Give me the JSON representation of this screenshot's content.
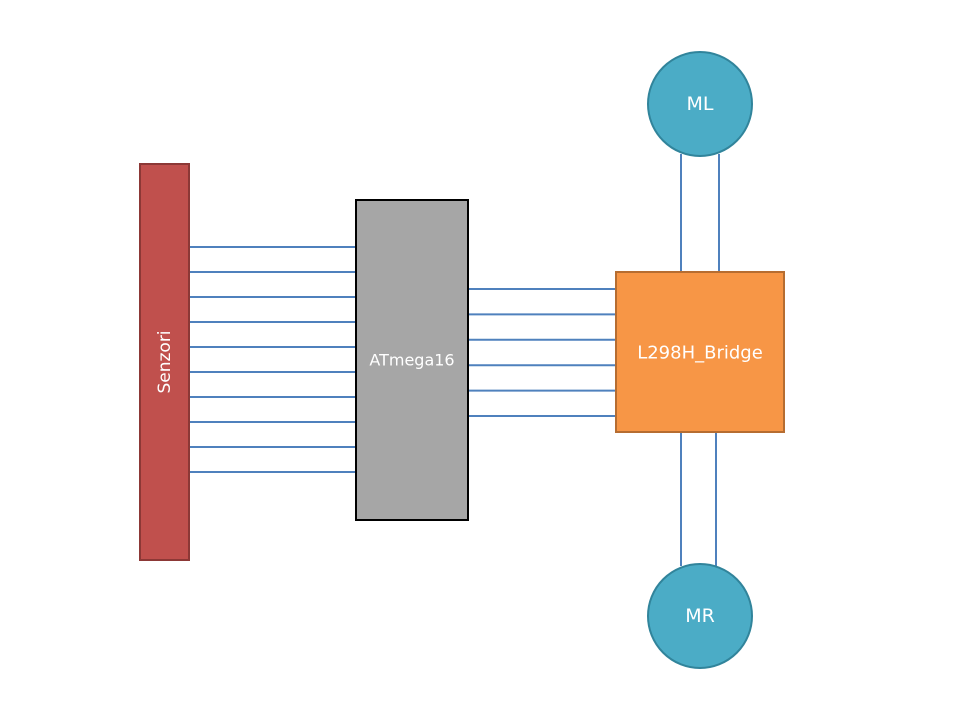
{
  "blocks": {
    "sensors": {
      "label": "Senzori",
      "fill": "#C0504D",
      "stroke": "#8C3836"
    },
    "mcu": {
      "label": "ATmega16",
      "fill": "#A6A6A6",
      "stroke": "#000000"
    },
    "bridge": {
      "label": "L298H_Bridge",
      "fill": "#F79646",
      "stroke": "#B66D31"
    },
    "motor_left": {
      "label": "ML",
      "fill": "#4BACC6",
      "stroke": "#31849B"
    },
    "motor_right": {
      "label": "MR",
      "fill": "#4BACC6",
      "stroke": "#31849B"
    }
  },
  "connections": {
    "sensor_to_mcu_count": 10,
    "mcu_to_bridge_count": 6,
    "bridge_to_motor_left_count": 2,
    "bridge_to_motor_right_count": 2,
    "wire_color": "#4F81BD"
  }
}
